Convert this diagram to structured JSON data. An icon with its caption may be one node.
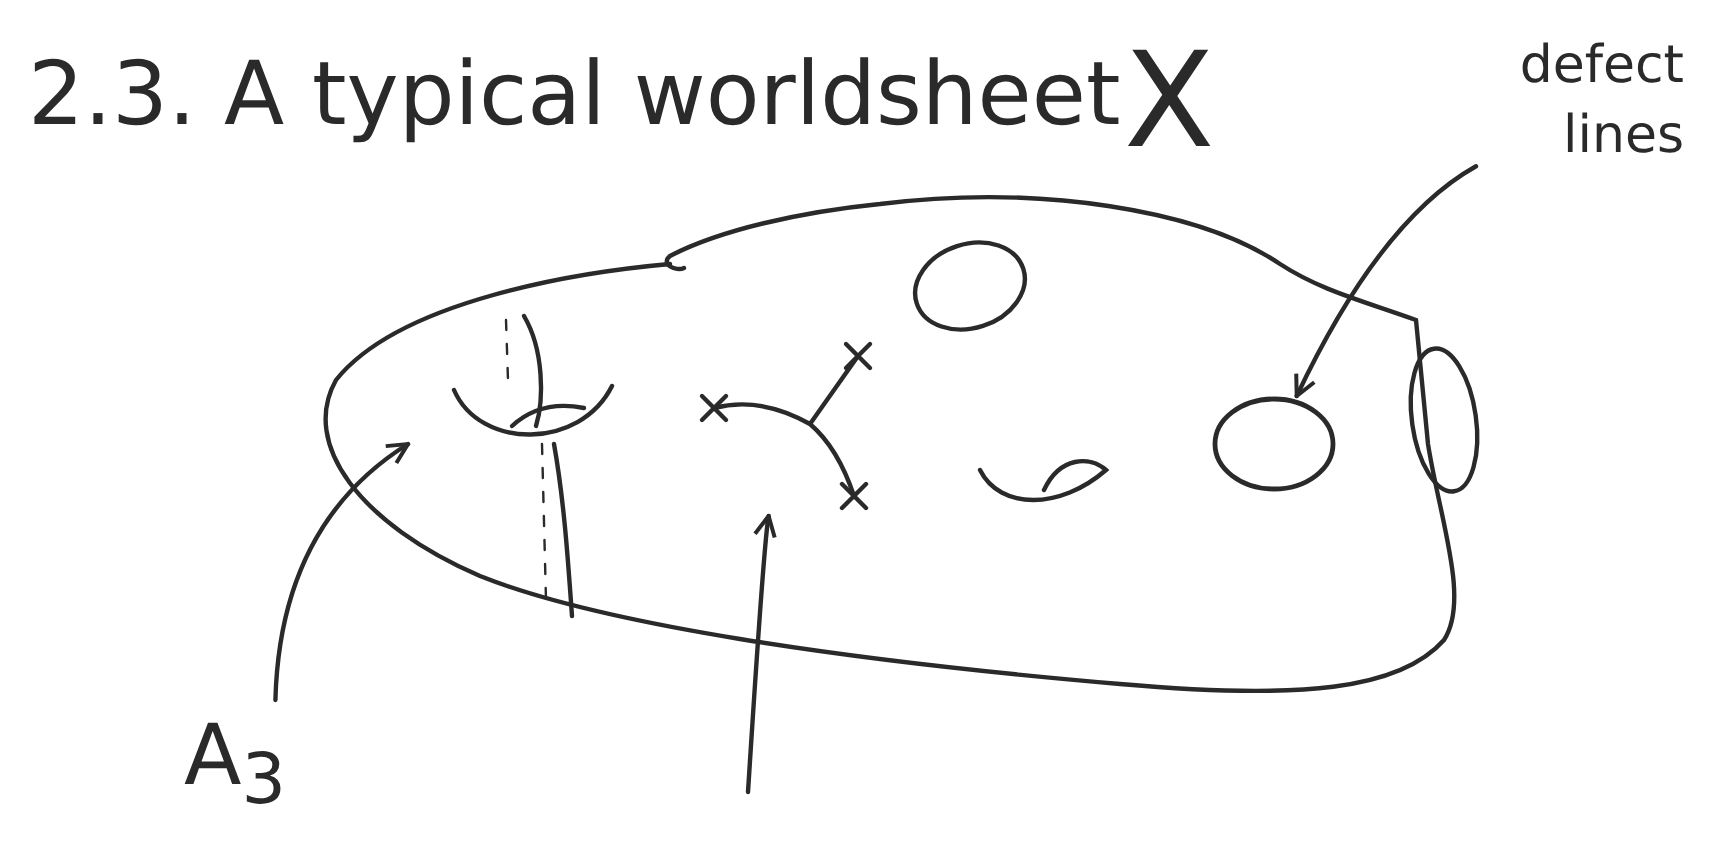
{
  "diagram": {
    "title": "2.3. A typical worldsheet",
    "nodes": [
      {
        "text": [
          "defect lines"
        ]
      },
      {
        "text": [],
        "shape": "circle"
      },
      {
        "text": [
          "A$_{3}$"
        ]
      },
      {
        "text": [],
        "shape": "cross"
      }
    ],
    "edges": [
      {
        "from": 0,
        "to": 1,
        "arrow": "to"
      },
      {
        "from": 2,
        "to": null,
        "arrow": "to"
      },
      {
        "from": null,
        "to": 3,
        "arrow": "to"
      }
    ],
    "labels": [
      "X"
    ]
  }
}
